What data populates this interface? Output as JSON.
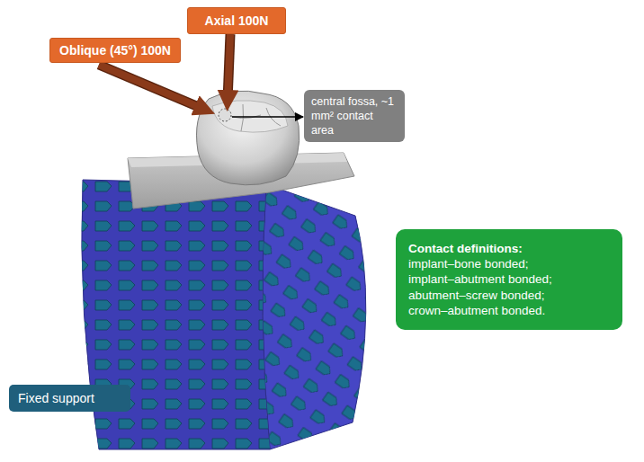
{
  "diagram": {
    "nodes": [
      {
        "text": [
          "Axial 100N"
        ]
      },
      {
        "text": [
          "Oblique (45°) 100N"
        ]
      },
      {
        "text": [
          "central fossa, ~1 mm² contact area"
        ]
      },
      {
        "text": [
          "Contact definitions:",
          "implant–bone bonded;",
          "implant–abutment bonded;",
          "abutment–screw bonded;",
          "crown–abutment bonded."
        ]
      },
      {
        "text": [
          "Fixed support"
        ]
      }
    ]
  }
}
